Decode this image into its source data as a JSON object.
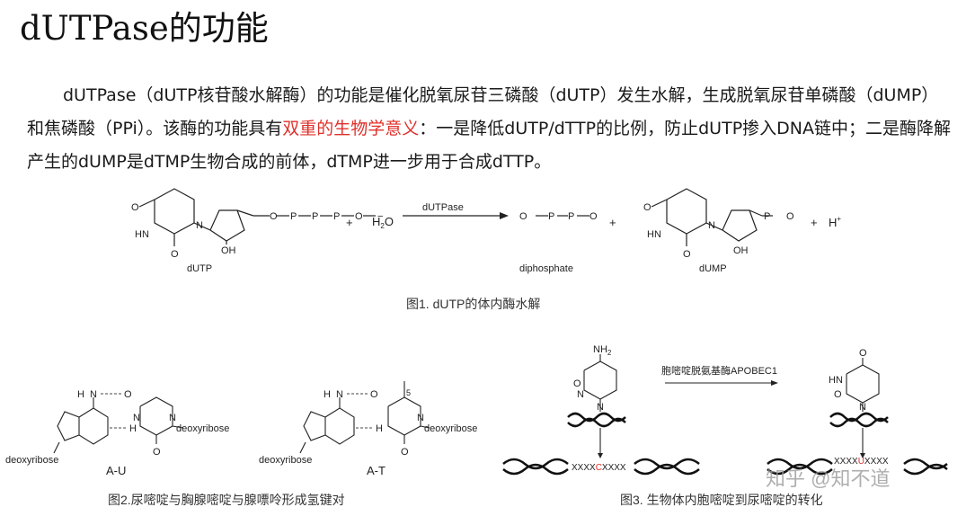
{
  "title": "dUTPase的功能",
  "paragraph": {
    "part1": "dUTPase（dUTP核苷酸水解酶）的功能是催化脱氧尿苷三磷酸（dUTP）发生水解，生成脱氧尿苷单磷酸（dUMP）和焦磷酸（PPi）。该酶的功能具有",
    "highlight": "双重的生物学意义",
    "part2": "：一是降低dUTP/dTTP的比例，防止dUTP掺入DNA链中；二是酶降解产生的dUMP是dTMP生物合成的前体，dTMP进一步用于合成dTTP。"
  },
  "colors": {
    "highlight": "#e0302a",
    "text": "#1a1a1a",
    "mutation": "#e0302a"
  },
  "figure1": {
    "caption": "图1. dUTP的体内酶水解",
    "enzyme": "dUTPase",
    "water": "H",
    "water_sub": "2",
    "water_o": "O",
    "plus": "+",
    "proton": "H",
    "proton_sup": "+",
    "labels": {
      "dutp": "dUTP",
      "diphosphate": "diphosphate",
      "dump": "dUMP"
    },
    "atoms": {
      "O": "O",
      "P": "P",
      "HN": "HN",
      "N": "N",
      "OH": "OH",
      "minus": "−"
    }
  },
  "figure2": {
    "caption": "图2.尿嘧啶与胸腺嘧啶与腺嘌呤形成氢键对",
    "pair1": "A-U",
    "pair2": "A-T",
    "deoxyribose": "deoxyribose",
    "atoms": {
      "N": "N",
      "H": "H",
      "O": "O",
      "five": "5"
    }
  },
  "figure3": {
    "caption": "图3. 生物体内胞嘧啶到尿嘧啶的转化",
    "enzyme": "胞嘧啶脱氨基酶APOBEC1",
    "nh2": "NH",
    "nh2_sub": "2",
    "seq_left_a": "XXXX",
    "seq_left_mut": "C",
    "seq_left_b": "XXXX",
    "seq_right_a": "XXXX",
    "seq_right_mut": "U",
    "seq_right_b": "XXXX",
    "atoms": {
      "N": "N",
      "O": "O",
      "HN": "HN"
    },
    "watermark": "知乎 @知不道"
  }
}
